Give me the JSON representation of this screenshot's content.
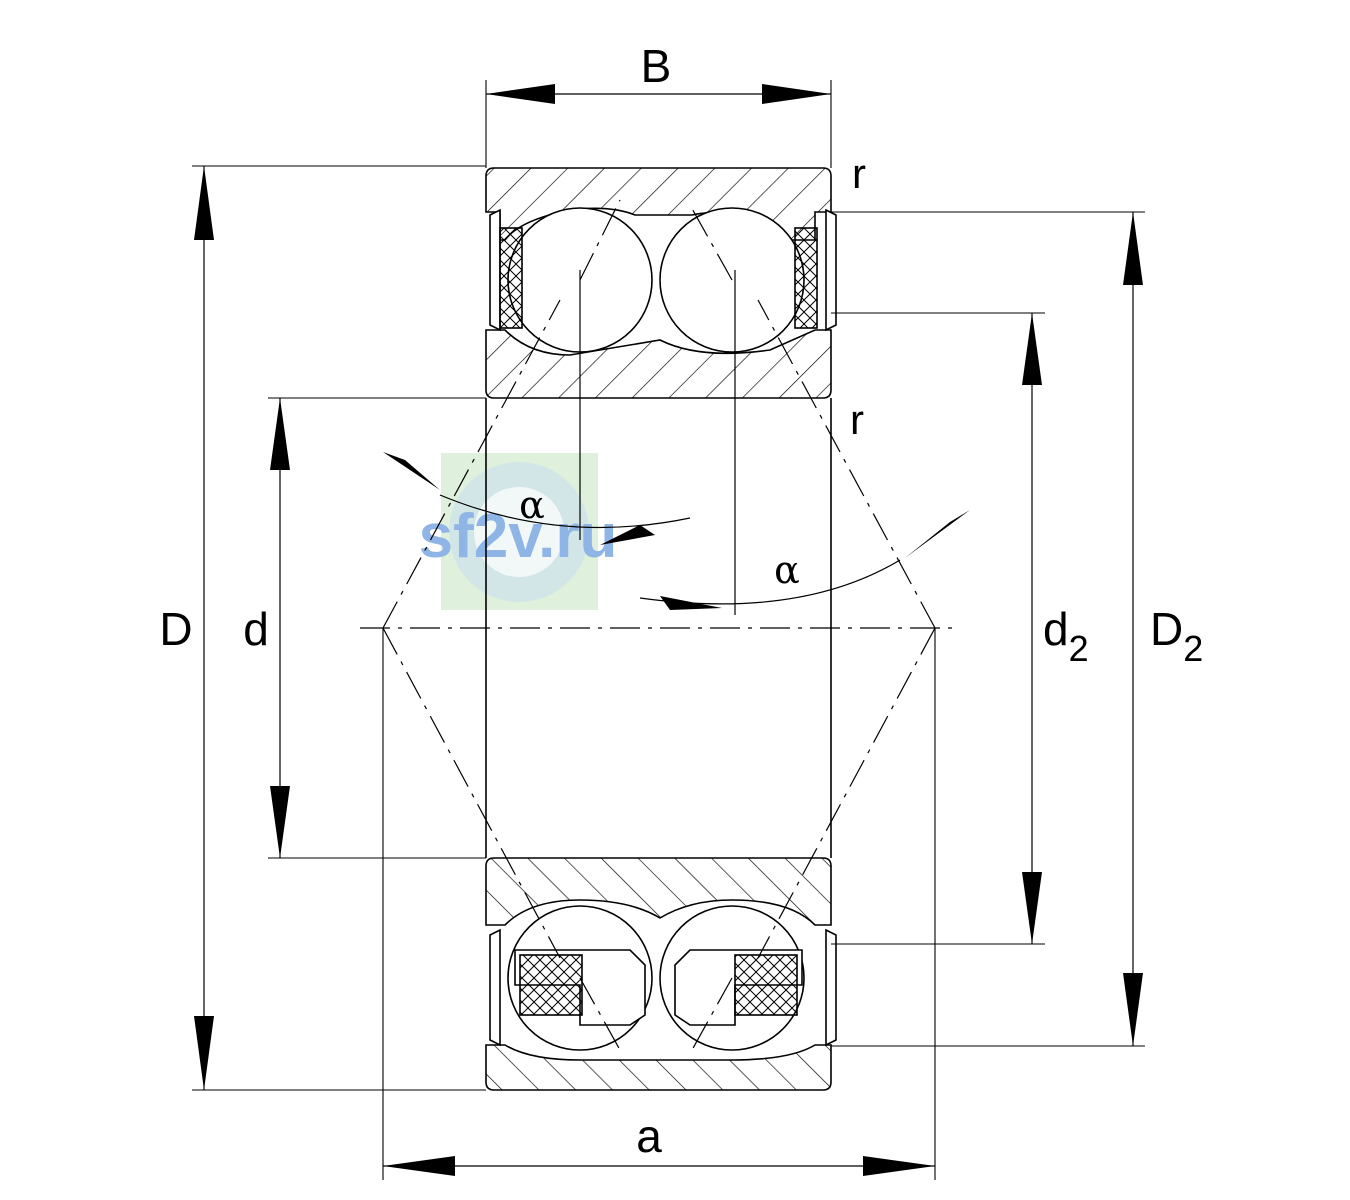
{
  "labels": {
    "B": "B",
    "r_top": "r",
    "r_mid": "r",
    "D": "D",
    "d": "d",
    "d2_main": "d",
    "d2_sub": "2",
    "D2_main": "D",
    "D2_sub": "2",
    "a": "a",
    "alpha_left": "α",
    "alpha_right": "α"
  },
  "watermark": "sf2v.ru",
  "colors": {
    "line": "#000000",
    "hatch": "#000000",
    "watermark_text": "#8fb4e6",
    "watermark_bg": "#dff0dc"
  }
}
